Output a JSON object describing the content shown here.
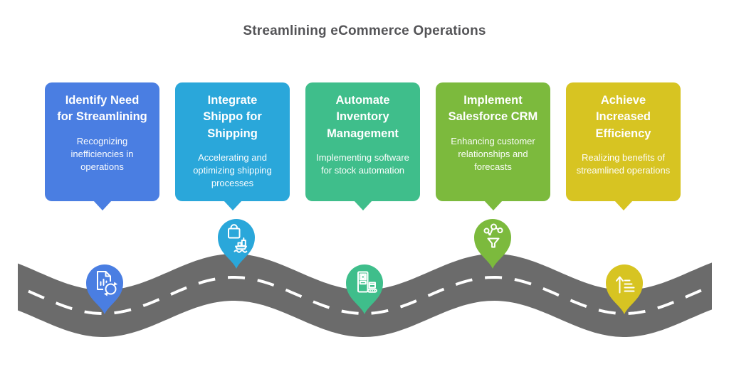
{
  "title": "Streamlining eCommerce Operations",
  "title_color": "#545457",
  "background_color": "#FFFFFF",
  "road": {
    "color": "#6B6B6B",
    "dash_color": "#FFFFFF"
  },
  "steps": [
    {
      "title": "Identify Need for Streamlining",
      "description": "Recognizing inefficiencies in operations",
      "color": "#4A7EE2",
      "icon": "document-chart-sync-icon",
      "road_position": "low"
    },
    {
      "title": "Integrate Shippo for Shipping",
      "description": "Accelerating and optimizing shipping processes",
      "color": "#2AA7DA",
      "icon": "package-ship-icon",
      "road_position": "high"
    },
    {
      "title": "Automate Inventory Management",
      "description": "Implementing software for stock automation",
      "color": "#3FBE8B",
      "icon": "inventory-machine-icon",
      "road_position": "low"
    },
    {
      "title": "Implement Salesforce CRM",
      "description": "Enhancing customer relationships and forecasts",
      "color": "#7CBA3D",
      "icon": "network-funnel-icon",
      "road_position": "high"
    },
    {
      "title": "Achieve Increased Efficiency",
      "description": "Realizing benefits of streamlined operations",
      "color": "#D7C422",
      "icon": "ascending-arrow-icon",
      "road_position": "low"
    }
  ]
}
